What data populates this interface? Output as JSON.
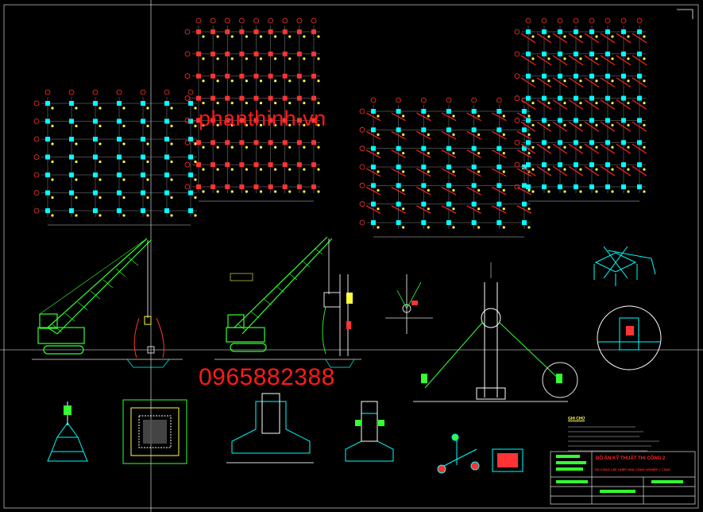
{
  "watermark": {
    "website": "phanthinh.vn",
    "phone": "0965882388"
  },
  "title_block": {
    "line1": "ĐỒ ÁN KỸ THUẬT THI CÔNG 2",
    "line2": "THI CÔNG LẮP GHÉP NHÀ CÔNG NGHIỆP 1 TẦNG"
  },
  "notes_heading": "GHI CHÚ",
  "colors": {
    "background": "#000000",
    "watermark": "#ff1a1a",
    "crane": "#33ff33",
    "cyan": "#00ffff",
    "red": "#ff2222",
    "yellow": "#ffff44",
    "magenta": "#ff33ff",
    "grid": "#cccccc",
    "white": "#ffffff"
  }
}
